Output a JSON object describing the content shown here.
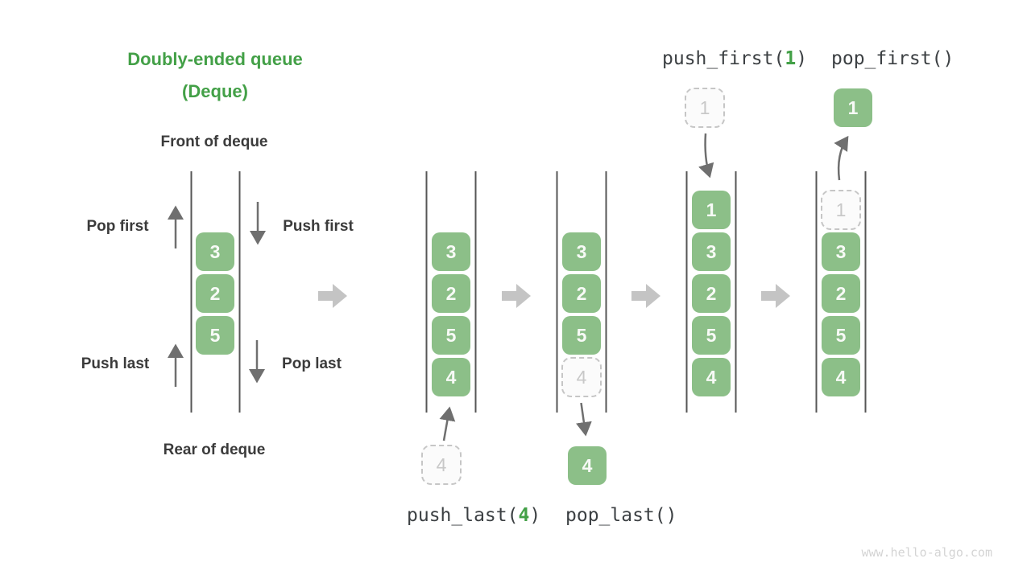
{
  "title": {
    "line1": "Doubly-ended queue",
    "line2": "(Deque)"
  },
  "labels": {
    "front": "Front of deque",
    "rear": "Rear of deque",
    "pop_first": "Pop first",
    "push_first": "Push first",
    "push_last": "Push last",
    "pop_last": "Pop last"
  },
  "operations": {
    "push_first": {
      "prefix": "push_first(",
      "arg": "1",
      "suffix": ")"
    },
    "pop_first": {
      "label": "pop_first()"
    },
    "push_last": {
      "prefix": "push_last(",
      "arg": "4",
      "suffix": ")"
    },
    "pop_last": {
      "label": "pop_last()"
    }
  },
  "queues": {
    "initial": {
      "cells": [
        "3",
        "2",
        "5"
      ]
    },
    "after_push_last": {
      "cells": [
        "3",
        "2",
        "5",
        "4"
      ],
      "incoming": "4"
    },
    "after_pop_last": {
      "cells": [
        "3",
        "2",
        "5"
      ],
      "removed": "4",
      "popped": "4"
    },
    "after_push_first": {
      "cells": [
        "1",
        "3",
        "2",
        "5",
        "4"
      ],
      "incoming": "1"
    },
    "after_pop_first": {
      "cells": [
        "3",
        "2",
        "5",
        "4"
      ],
      "removed": "1",
      "popped": "1"
    }
  },
  "icons": {
    "flow_arrow": "block-right-arrow",
    "up_arrow": "thin-up-arrow",
    "down_arrow": "thin-down-arrow"
  },
  "colors": {
    "accent_green": "#43a047",
    "cell_green": "#8cbf88",
    "cell_text": "#f7faf6",
    "dashed_border": "#c6c6c6",
    "queue_line": "#565656",
    "thin_arrow": "#6f6f6f",
    "flow_arrow": "#c4c4c4",
    "label_text": "#3b3b3b",
    "code_text": "#3c4043",
    "watermark": "#d4d4d4"
  },
  "watermark": "www.hello-algo.com"
}
